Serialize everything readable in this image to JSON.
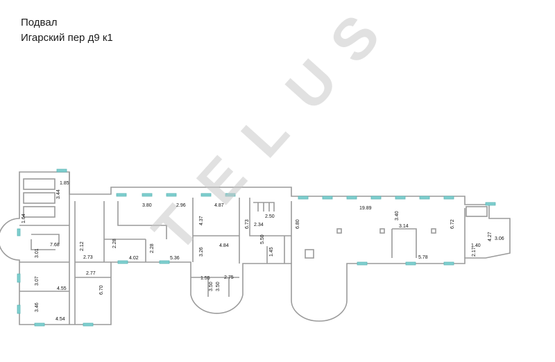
{
  "header": {
    "floor": "Подвал",
    "address": "Игарский пер д9 к1"
  },
  "watermark": {
    "letters": [
      "T",
      "E",
      "L",
      "U",
      "S"
    ],
    "color": "#c8c8c8"
  },
  "dimensions": [
    "1.85",
    "3.44",
    "1.64",
    "7.68",
    "3.01",
    "2.12",
    "2.73",
    "3.07",
    "4.55",
    "3.46",
    "4.54",
    "2.28",
    "2.28",
    "2.77",
    "6.70",
    "3.80",
    "4.02",
    "5.36",
    "2.96",
    "4.37",
    "4.87",
    "3.26",
    "4.84",
    "1.55",
    "2.75",
    "3.50",
    "3.50",
    "6.73",
    "2.50",
    "2.34",
    "5.50",
    "1.45",
    "6.80",
    "19.89",
    "3.40",
    "3.14",
    "5.78",
    "6.72",
    "1.40",
    "2.17",
    "4.27",
    "3.06"
  ],
  "colors": {
    "walls": "#9a9a9a",
    "windows": "#7fcfcf",
    "text": "#111111"
  }
}
